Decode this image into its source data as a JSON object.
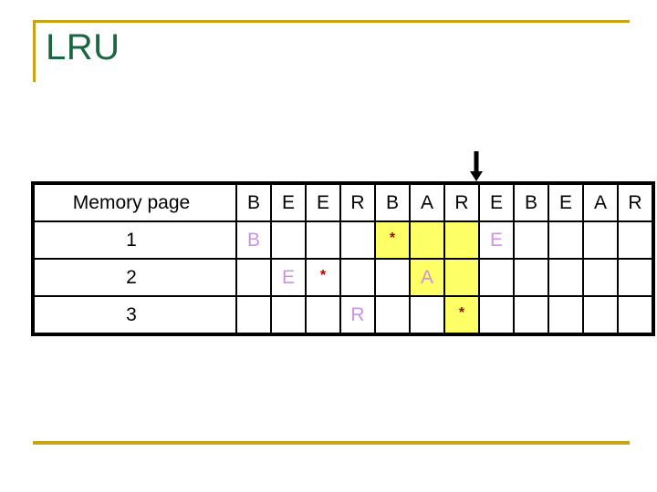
{
  "slide": {
    "title": "LRU",
    "accent_color": "#c8a317",
    "title_color": "#1a6640"
  },
  "pointer": {
    "name": "down-arrow",
    "points_at_column_index": 7,
    "points_at_column_label": "E"
  },
  "table": {
    "label_header": "Memory page",
    "reference_string": [
      "B",
      "E",
      "E",
      "R",
      "B",
      "A",
      "R",
      "E",
      "B",
      "E",
      "A",
      "R"
    ],
    "highlight_color": "#ffff66",
    "letter_color": "#cc93e0",
    "star_color": "#aa0000",
    "star_glyph": "*",
    "rows": [
      {
        "label": "1",
        "cells": [
          {
            "text": "B",
            "kind": "letter",
            "highlight": false
          },
          {
            "text": "",
            "kind": "empty",
            "highlight": false
          },
          {
            "text": "",
            "kind": "empty",
            "highlight": false
          },
          {
            "text": "",
            "kind": "empty",
            "highlight": false
          },
          {
            "text": "*",
            "kind": "star",
            "highlight": true
          },
          {
            "text": "",
            "kind": "empty",
            "highlight": true
          },
          {
            "text": "",
            "kind": "empty",
            "highlight": true
          },
          {
            "text": "E",
            "kind": "letter",
            "highlight": false
          },
          {
            "text": "",
            "kind": "empty",
            "highlight": false
          },
          {
            "text": "",
            "kind": "empty",
            "highlight": false
          },
          {
            "text": "",
            "kind": "empty",
            "highlight": false
          },
          {
            "text": "",
            "kind": "empty",
            "highlight": false
          }
        ]
      },
      {
        "label": "2",
        "cells": [
          {
            "text": "",
            "kind": "empty",
            "highlight": false
          },
          {
            "text": "E",
            "kind": "letter",
            "highlight": false
          },
          {
            "text": "*",
            "kind": "star",
            "highlight": false
          },
          {
            "text": "",
            "kind": "empty",
            "highlight": false
          },
          {
            "text": "",
            "kind": "empty",
            "highlight": false
          },
          {
            "text": "A",
            "kind": "letter",
            "highlight": true
          },
          {
            "text": "",
            "kind": "empty",
            "highlight": true
          },
          {
            "text": "",
            "kind": "empty",
            "highlight": false
          },
          {
            "text": "",
            "kind": "empty",
            "highlight": false
          },
          {
            "text": "",
            "kind": "empty",
            "highlight": false
          },
          {
            "text": "",
            "kind": "empty",
            "highlight": false
          },
          {
            "text": "",
            "kind": "empty",
            "highlight": false
          }
        ]
      },
      {
        "label": "3",
        "cells": [
          {
            "text": "",
            "kind": "empty",
            "highlight": false
          },
          {
            "text": "",
            "kind": "empty",
            "highlight": false
          },
          {
            "text": "",
            "kind": "empty",
            "highlight": false
          },
          {
            "text": "R",
            "kind": "letter",
            "highlight": false
          },
          {
            "text": "",
            "kind": "empty",
            "highlight": false
          },
          {
            "text": "",
            "kind": "empty",
            "highlight": false
          },
          {
            "text": "*",
            "kind": "star",
            "highlight": true
          },
          {
            "text": "",
            "kind": "empty",
            "highlight": false
          },
          {
            "text": "",
            "kind": "empty",
            "highlight": false
          },
          {
            "text": "",
            "kind": "empty",
            "highlight": false
          },
          {
            "text": "",
            "kind": "empty",
            "highlight": false
          },
          {
            "text": "",
            "kind": "empty",
            "highlight": false
          }
        ]
      }
    ]
  }
}
